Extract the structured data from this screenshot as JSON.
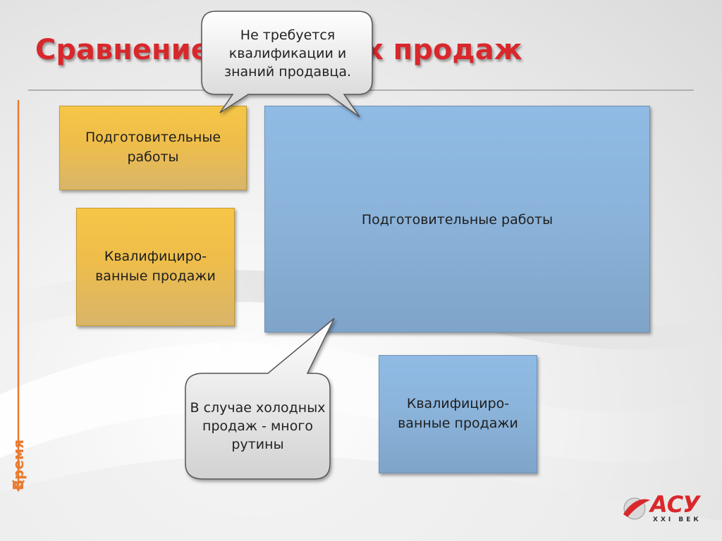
{
  "slide": {
    "title": "Сравнение холодных продаж"
  },
  "boxes": {
    "left_prep": "Подготовительные работы",
    "left_qual": "Квалифициро-ванные продажи",
    "right_prep": "Подготовительные работы",
    "right_qual": "Квалифициро-ванные продажи"
  },
  "callouts": {
    "top": "Не требуется квалификации и знаний продавца.",
    "bottom": "В случае холодных продаж - много рутины"
  },
  "axis": {
    "label": "Время"
  },
  "logo": {
    "name": "АСУ",
    "subtitle": "XXI ВЕК"
  },
  "colors": {
    "title": "#d8282c",
    "gold_box": "#f6c648",
    "blue_box": "#8fbbe4",
    "axis": "#e97b30"
  }
}
